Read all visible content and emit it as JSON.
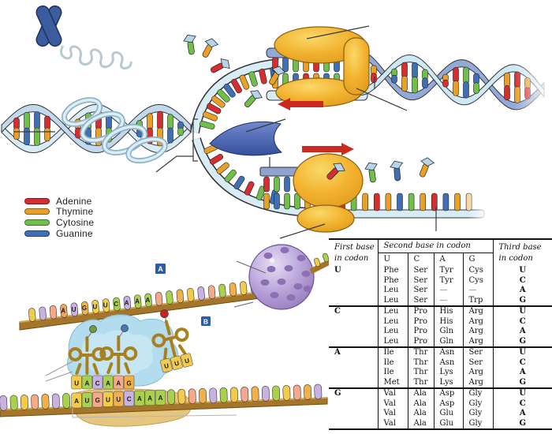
{
  "colors": {
    "adenine": "#d62d30",
    "thymine": "#e8a126",
    "cytosine": "#71bf4b",
    "guanine": "#3f6fb5",
    "backbone_light": "#d8ecf6",
    "ribbon_periwinkle": "#93a9d8",
    "enzyme_yellow": "#f2b92f",
    "helicase_blue": "#4a67b2",
    "ribosome_purple": "#b29bd4",
    "ribosome_blob": "#b0dcee",
    "small_subunit_tan": "#e5c478",
    "mrna_brown": "#a5762a",
    "marker_blue": "#2a5ca8",
    "arrow_red": "#cc2a1e"
  },
  "legend": {
    "items": [
      {
        "label": "Adenine",
        "color": "#d62d30"
      },
      {
        "label": "Thymine",
        "color": "#e8a126"
      },
      {
        "label": "Cytosine",
        "color": "#71bf4b"
      },
      {
        "label": "Guanine",
        "color": "#3f6fb5"
      }
    ]
  },
  "markers": {
    "a": "A",
    "b": "B"
  },
  "mrna_top": {
    "labeled_bases": [
      {
        "ch": "A",
        "bg": "#f0a45c"
      },
      {
        "ch": "U",
        "bg": "#c7b2e0"
      },
      {
        "ch": "G",
        "bg": "#f0b84a"
      },
      {
        "ch": "U",
        "bg": "#f2d24c"
      },
      {
        "ch": "U",
        "bg": "#f2d24c"
      },
      {
        "ch": "C",
        "bg": "#aad14e"
      },
      {
        "ch": "A",
        "bg": "#c7b2e0"
      },
      {
        "ch": "A",
        "bg": "#aad14e"
      },
      {
        "ch": "A",
        "bg": "#aad14e"
      }
    ]
  },
  "translation": {
    "anticodon_left": [
      {
        "ch": "U",
        "bg": "#f2ca4c"
      },
      {
        "ch": "A",
        "bg": "#aad14e"
      },
      {
        "ch": "C",
        "bg": "#c7b2e0"
      }
    ],
    "anticodon_right": [
      {
        "ch": "A",
        "bg": "#aad14e"
      },
      {
        "ch": "A",
        "bg": "#f4a98c"
      },
      {
        "ch": "G",
        "bg": "#f0b04a"
      }
    ],
    "free_trna_anticodon": [
      {
        "ch": "U",
        "bg": "#f2ca4c"
      },
      {
        "ch": "U",
        "bg": "#f2ca4c"
      },
      {
        "ch": "U",
        "bg": "#f2ca4c"
      }
    ],
    "codons": [
      {
        "ch": "A",
        "bg": "#f2ca4c"
      },
      {
        "ch": "U",
        "bg": "#aad14e"
      },
      {
        "ch": "G",
        "bg": "#f4a98c"
      },
      {
        "ch": "U",
        "bg": "#f2ca4c"
      },
      {
        "ch": "U",
        "bg": "#f0b04a"
      },
      {
        "ch": "C",
        "bg": "#c7b2e0"
      },
      {
        "ch": "A",
        "bg": "#aad14e"
      },
      {
        "ch": "A",
        "bg": "#aad14e"
      },
      {
        "ch": "A",
        "bg": "#aad14e"
      }
    ]
  },
  "codon_table": {
    "headers": {
      "first_l1": "First base",
      "first_l2": "in codon",
      "second": "Second base in codon",
      "second_bases": [
        "U",
        "C",
        "A",
        "G"
      ],
      "third_l1": "Third base",
      "third_l2": "in codon"
    },
    "groups": [
      {
        "first": "U",
        "rows": [
          [
            "Phe",
            "Ser",
            "Tyr",
            "Cys",
            "U"
          ],
          [
            "Phe",
            "Ser",
            "Tyr",
            "Cys",
            "C"
          ],
          [
            "Leu",
            "Ser",
            "—",
            "—",
            "A"
          ],
          [
            "Leu",
            "Ser",
            "—",
            "Trp",
            "G"
          ]
        ]
      },
      {
        "first": "C",
        "rows": [
          [
            "Leu",
            "Pro",
            "His",
            "Arg",
            "U"
          ],
          [
            "Leu",
            "Pro",
            "His",
            "Arg",
            "C"
          ],
          [
            "Leu",
            "Pro",
            "Gln",
            "Arg",
            "A"
          ],
          [
            "Leu",
            "Pro",
            "Gln",
            "Arg",
            "G"
          ]
        ]
      },
      {
        "first": "A",
        "rows": [
          [
            "Ile",
            "Thr",
            "Asn",
            "Ser",
            "U"
          ],
          [
            "Ile",
            "Thr",
            "Asn",
            "Ser",
            "C"
          ],
          [
            "Ile",
            "Thr",
            "Lys",
            "Arg",
            "A"
          ],
          [
            "Met",
            "Thr",
            "Lys",
            "Arg",
            "G"
          ]
        ]
      },
      {
        "first": "G",
        "rows": [
          [
            "Val",
            "Ala",
            "Asp",
            "Gly",
            "U"
          ],
          [
            "Val",
            "Ala",
            "Asp",
            "Gly",
            "C"
          ],
          [
            "Val",
            "Ala",
            "Glu",
            "Gly",
            "A"
          ],
          [
            "Val",
            "Ala",
            "Glu",
            "Gly",
            "G"
          ]
        ]
      }
    ]
  }
}
